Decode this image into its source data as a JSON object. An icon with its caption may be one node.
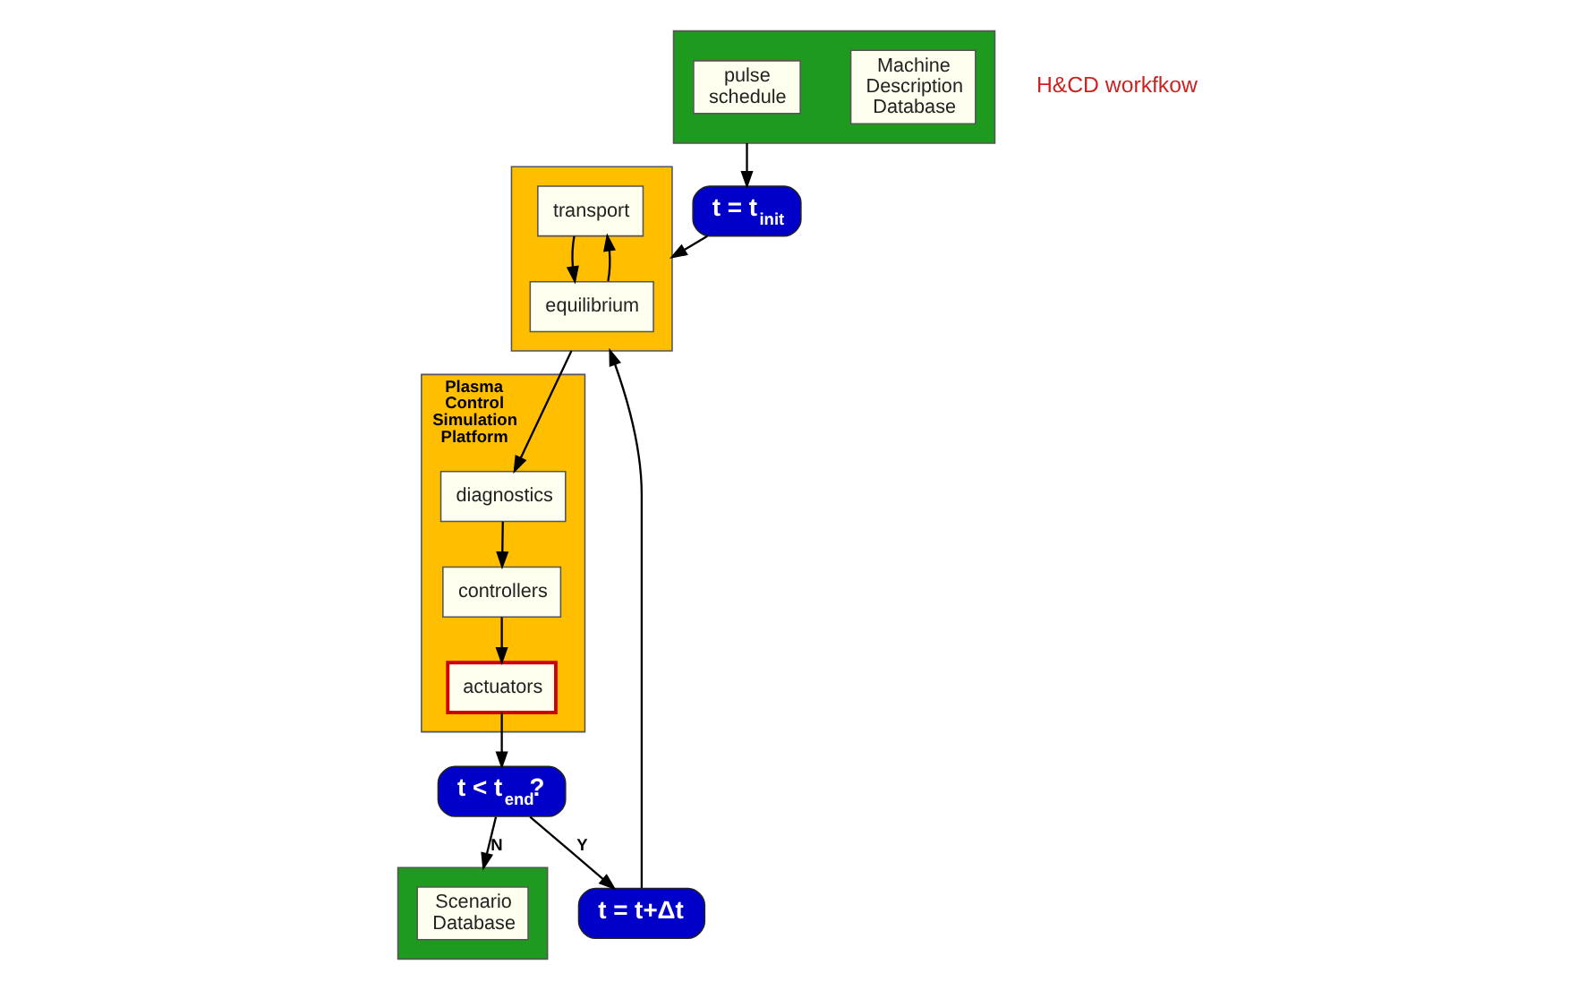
{
  "diagram": {
    "nodes": [
      {
        "text": [],
        "shape": "box"
      },
      {
        "text": [
          "transport"
        ],
        "in": 0
      },
      {
        "text": [
          "equilibrium"
        ],
        "in": 0
      },
      {
        "text": [
          "Plasma Control Simulation Platform"
        ]
      },
      {
        "text": [
          "diagnostics"
        ],
        "in": 3
      },
      {
        "text": [
          "controllers"
        ],
        "in": 3
      },
      {
        "text": [
          "actuators"
        ],
        "in": 3
      },
      {
        "text": [],
        "shape": "box"
      },
      {
        "text": [
          "Machine Description Database"
        ],
        "in": 7
      },
      {
        "text": [
          "pulse schedule"
        ],
        "in": 7
      },
      {
        "text": [
          "t = t$_{init}$"
        ]
      },
      {
        "text": [
          "t = t+Δt"
        ]
      },
      {
        "text": [
          "t < t$_{end}$?"
        ]
      },
      {
        "text": [],
        "shape": "box"
      },
      {
        "text": [
          "Scenario Database"
        ],
        "in": 13
      }
    ],
    "edges": [
      {
        "from": 1,
        "to": 2,
        "arrow": "to"
      },
      {
        "from": 2,
        "to": 1,
        "arrow": "to"
      },
      {
        "from": 0,
        "to": 4,
        "arrow": "to"
      },
      {
        "from": 4,
        "to": 5,
        "arrow": "to"
      },
      {
        "from": 5,
        "to": 6,
        "arrow": "to"
      },
      {
        "from": 6,
        "to": 12,
        "arrow": "to"
      },
      {
        "from": 12,
        "to": 11,
        "arrow": "to",
        "label": "Y"
      },
      {
        "from": 12,
        "to": 13,
        "arrow": "to",
        "label": "N"
      },
      {
        "from": 11,
        "to": 0,
        "arrow": "to"
      },
      {
        "from": 10,
        "to": 0,
        "arrow": "to"
      },
      {
        "from": 7,
        "to": 10,
        "arrow": "to"
      }
    ],
    "labels": [
      "H&CD workfkow"
    ]
  }
}
